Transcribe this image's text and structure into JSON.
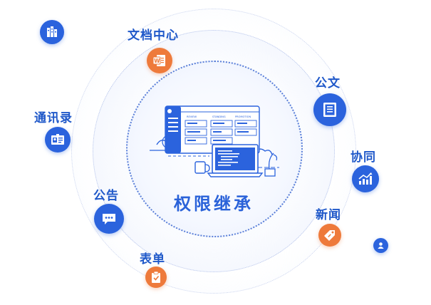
{
  "center": {
    "title": "权限继承"
  },
  "nodes": {
    "wendang": "文档中心",
    "gongwen": "公文",
    "tongxunlu": "通讯录",
    "xietong": "协同",
    "gonggao": "公告",
    "xinwen": "新闻",
    "biaodan": "表单"
  },
  "illustration_text": {
    "col1": "REVIEW",
    "col2": "STANDING",
    "col3": "PROMOTION"
  },
  "colors": {
    "blue": "#2b63dd",
    "orange": "#ee7a3b",
    "ring": "#5a7fd8"
  }
}
